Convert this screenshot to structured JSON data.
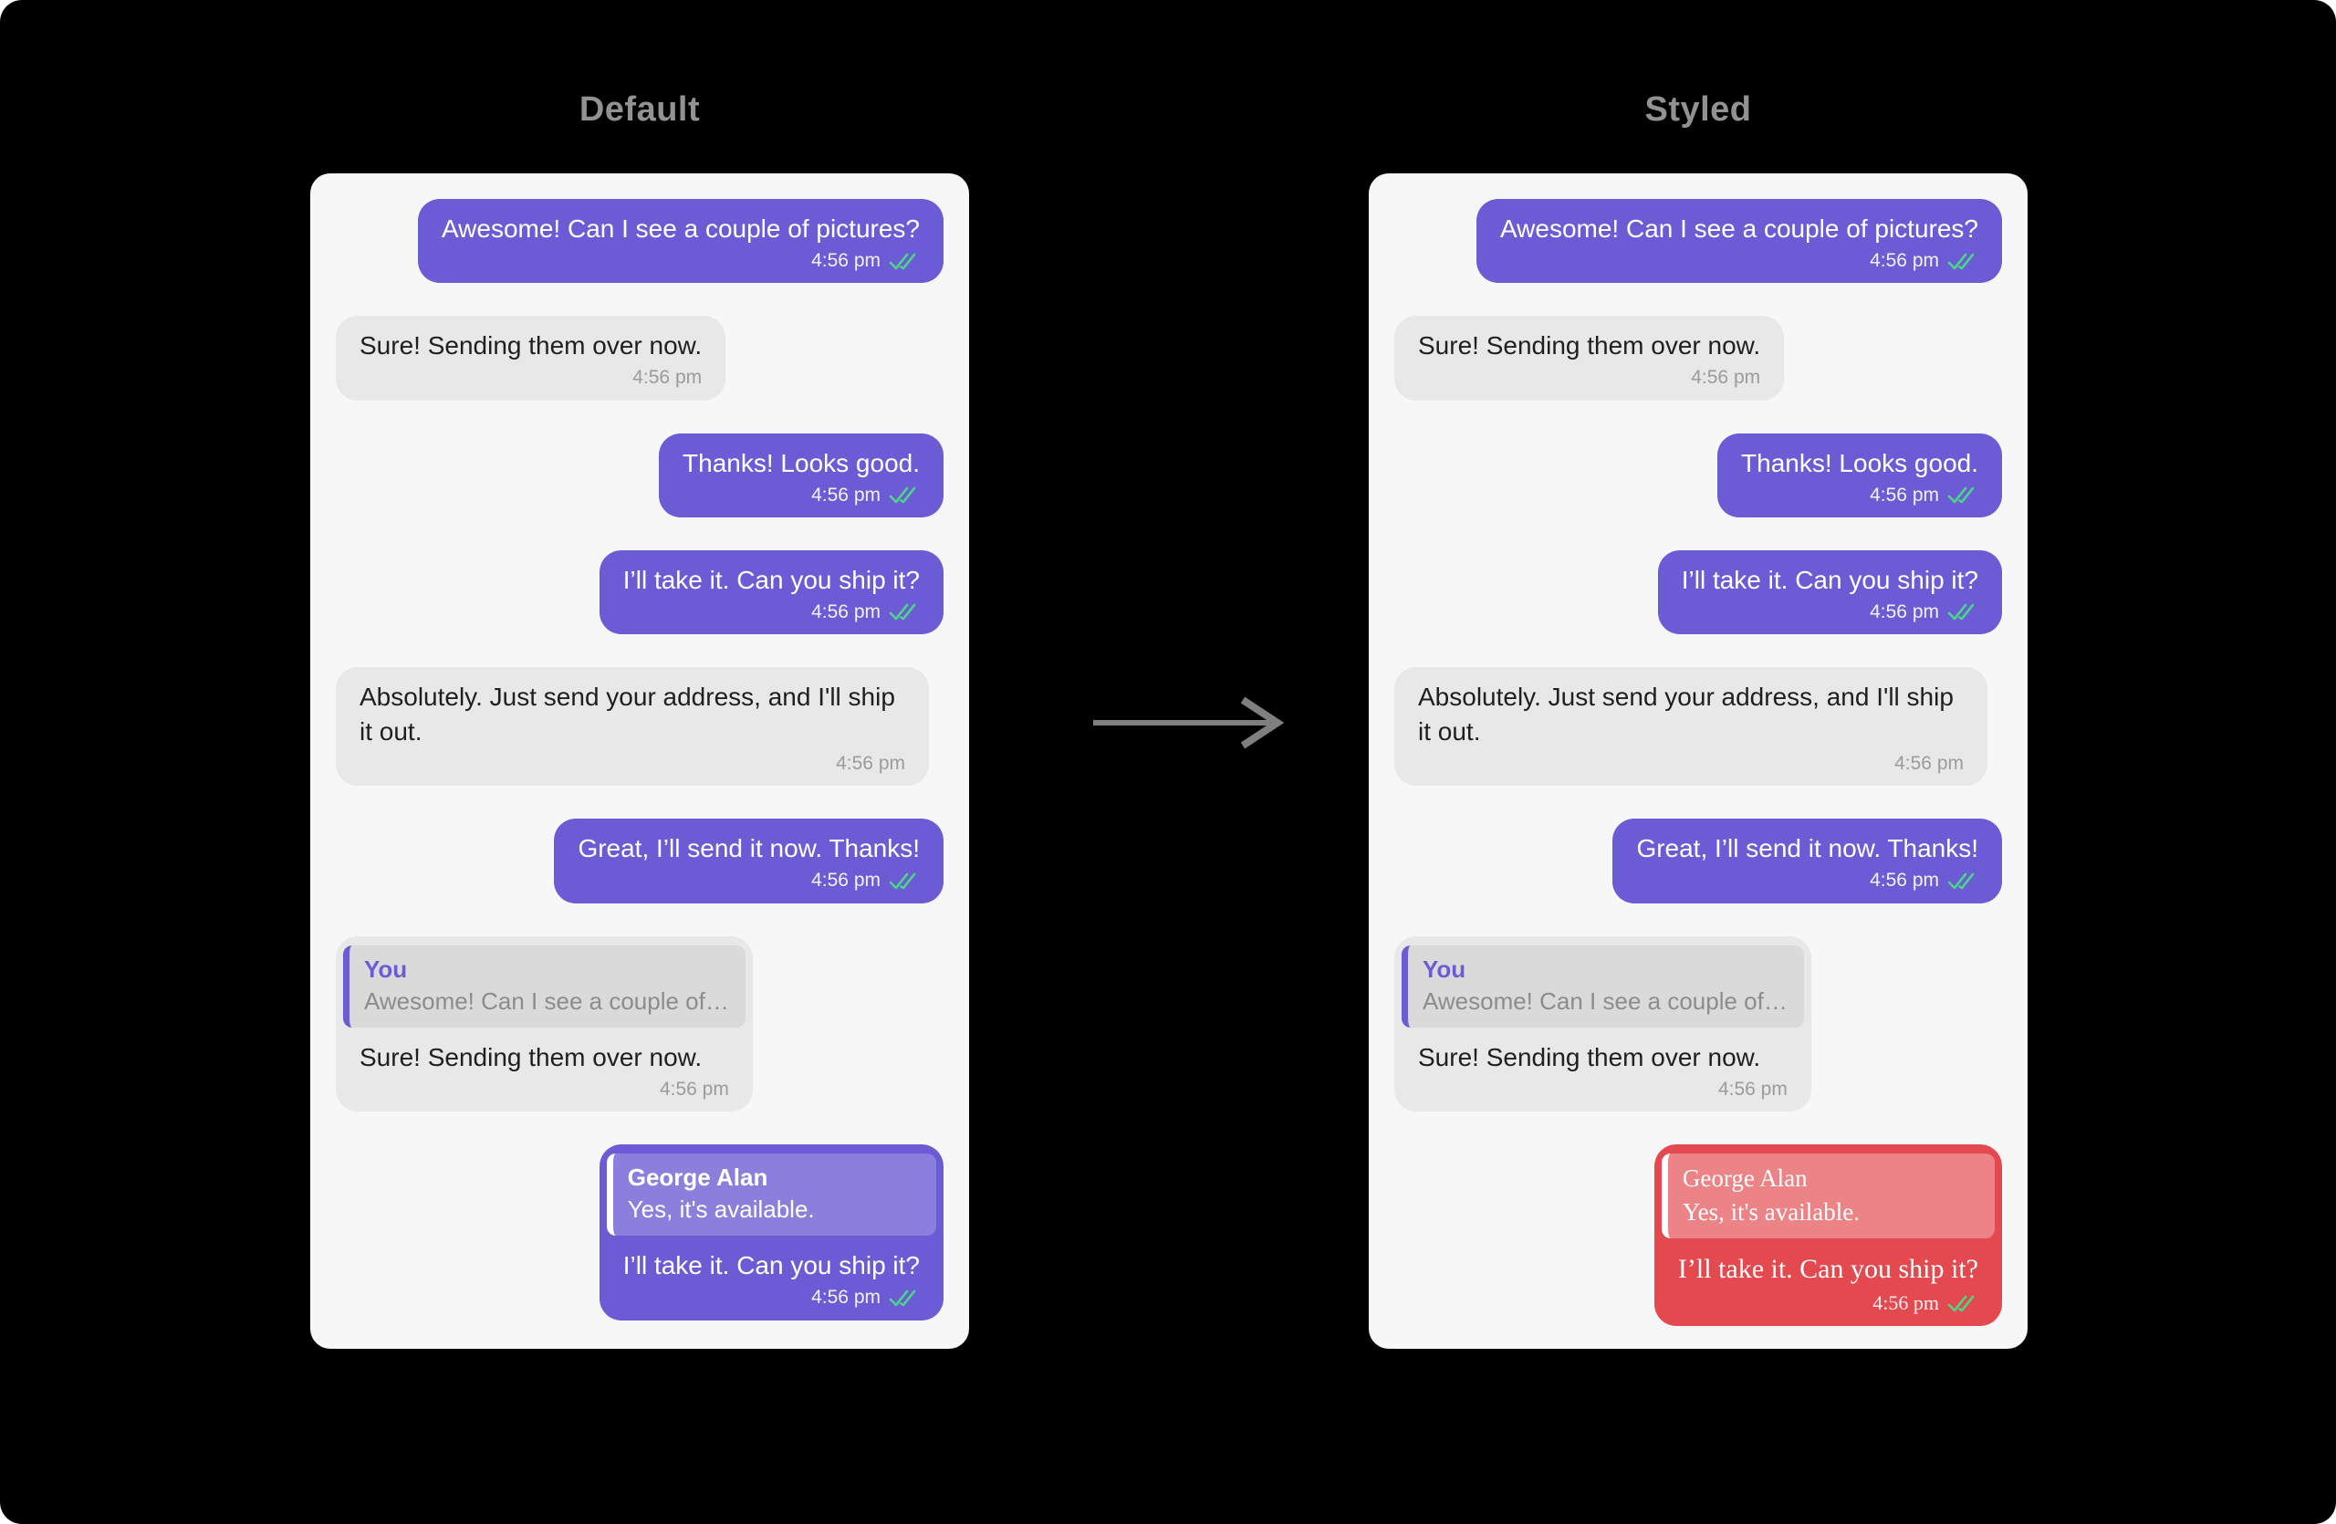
{
  "colors": {
    "page_bg": "#000000",
    "panel_bg": "#F7F7F7",
    "accent_purple": "#6B5CD5",
    "styled_red": "#E4494F",
    "check_green": "#4CD787",
    "received_bubble": "#E9E8E8",
    "arrow_gray": "#7F7F7F"
  },
  "arrow": {
    "icon": "right-arrow"
  },
  "panels": [
    {
      "title": "Default",
      "messages": [
        {
          "direction": "sent",
          "text": "Awesome! Can I see a couple of pictures?",
          "time": "4:56 pm",
          "status_icon": "double-check"
        },
        {
          "direction": "received",
          "text": "Sure! Sending them over now.",
          "time": "4:56 pm"
        },
        {
          "direction": "sent",
          "text": "Thanks! Looks good.",
          "time": "4:56 pm",
          "status_icon": "double-check"
        },
        {
          "direction": "sent",
          "text": "I’ll take it. Can you ship it?",
          "time": "4:56 pm",
          "status_icon": "double-check"
        },
        {
          "direction": "received",
          "text": "Absolutely. Just send your address, and I'll ship it out.",
          "time": "4:56 pm"
        },
        {
          "direction": "sent",
          "text": "Great, I’ll send it now. Thanks!",
          "time": "4:56 pm",
          "status_icon": "double-check"
        },
        {
          "direction": "received",
          "quote": {
            "author": "You",
            "text": "Awesome! Can I see a couple of…"
          },
          "text": "Sure! Sending them over now.",
          "time": "4:56 pm"
        },
        {
          "direction": "sent",
          "quote": {
            "author": "George Alan",
            "text": "Yes, it's available."
          },
          "text": "I’ll take it. Can you ship it?",
          "time": "4:56 pm",
          "status_icon": "double-check"
        }
      ]
    },
    {
      "title": "Styled",
      "messages": [
        {
          "direction": "sent",
          "text": "Awesome! Can I see a couple of pictures?",
          "time": "4:56 pm",
          "status_icon": "double-check"
        },
        {
          "direction": "received",
          "text": "Sure! Sending them over now.",
          "time": "4:56 pm"
        },
        {
          "direction": "sent",
          "text": "Thanks! Looks good.",
          "time": "4:56 pm",
          "status_icon": "double-check"
        },
        {
          "direction": "sent",
          "text": "I’ll take it. Can you ship it?",
          "time": "4:56 pm",
          "status_icon": "double-check"
        },
        {
          "direction": "received",
          "text": "Absolutely. Just send your address, and I'll ship it out.",
          "time": "4:56 pm"
        },
        {
          "direction": "sent",
          "text": "Great, I’ll send it now. Thanks!",
          "time": "4:56 pm",
          "status_icon": "double-check"
        },
        {
          "direction": "received",
          "quote": {
            "author": "You",
            "text": "Awesome! Can I see a couple of…"
          },
          "text": "Sure! Sending them over now.",
          "time": "4:56 pm"
        },
        {
          "direction": "sent",
          "styled": true,
          "quote": {
            "author": "George Alan",
            "text": "Yes, it's available."
          },
          "text": "I’ll take it. Can you ship it?",
          "time": "4:56 pm",
          "status_icon": "double-check"
        }
      ]
    }
  ]
}
